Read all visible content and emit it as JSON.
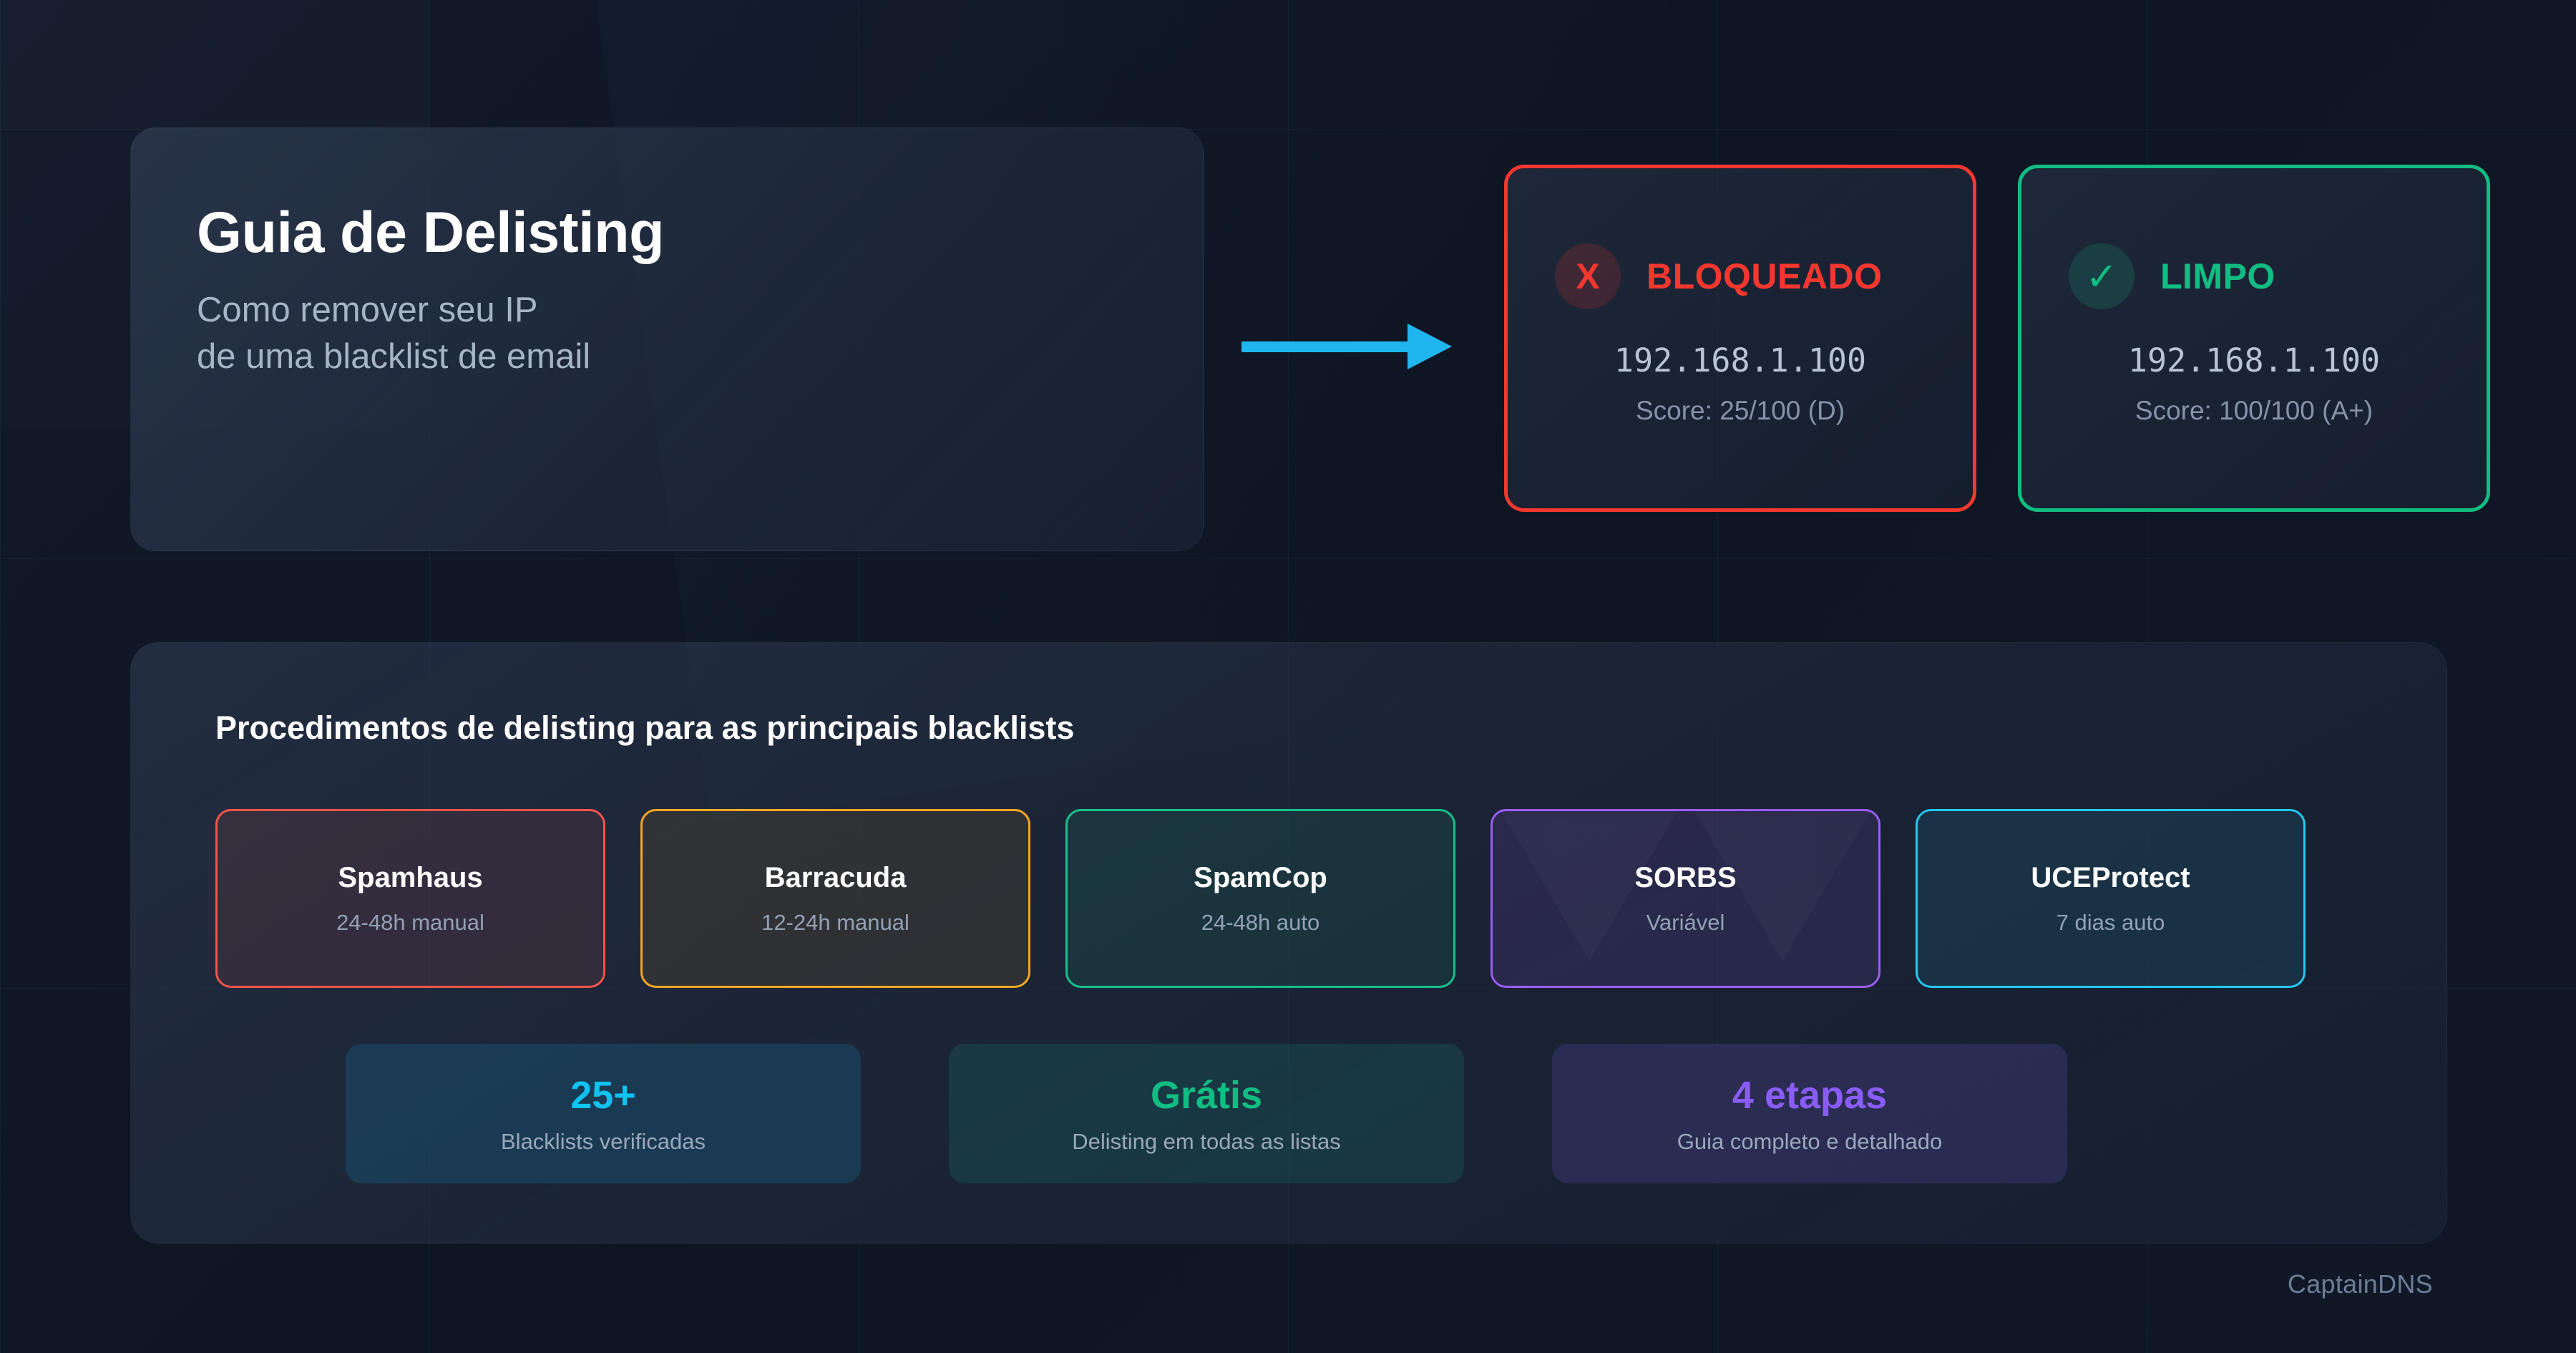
{
  "theme": {
    "bg": "#0f1624",
    "accent_cyan": "#1fb6ef",
    "accent_green": "#11bd82",
    "accent_red": "#f4372f",
    "accent_purple": "#8a5cf6",
    "text_primary": "#ffffff",
    "text_muted": "#93a1b5"
  },
  "hero": {
    "title": "Guia de Delisting",
    "subtitle_line1": "Como remover seu IP",
    "subtitle_line2": "de uma blacklist de email"
  },
  "flow_arrow": {
    "icon": "arrow-right-icon",
    "color": "#1fb6ef"
  },
  "status_cards": [
    {
      "state": "blocked",
      "icon": "x-mark-icon",
      "icon_glyph": "X",
      "label": "BLOQUEADO",
      "ip": "192.168.1.100",
      "score": "Score: 25/100 (D)",
      "color": "#f4372f"
    },
    {
      "state": "clean",
      "icon": "check-mark-icon",
      "icon_glyph": "✓",
      "label": "LIMPO",
      "ip": "192.168.1.100",
      "score": "Score: 100/100 (A+)",
      "color": "#11bd82"
    }
  ],
  "panel": {
    "title": "Procedimentos de delisting para as principais blacklists",
    "providers": [
      {
        "name": "Spamhaus",
        "time": "24-48h manual",
        "border": "#f4544a",
        "fill": "rgba(244,84,74,0.10)",
        "watermark": false
      },
      {
        "name": "Barracuda",
        "time": "12-24h manual",
        "border": "#f5a623",
        "fill": "rgba(245,166,35,0.09)",
        "watermark": false
      },
      {
        "name": "SpamCop",
        "time": "24-48h auto",
        "border": "#16c08a",
        "fill": "rgba(22,192,138,0.10)",
        "watermark": false
      },
      {
        "name": "SORBS",
        "time": "Variável",
        "border": "#9b5cf6",
        "fill": "rgba(155,92,246,0.12)",
        "watermark": true
      },
      {
        "name": "UCEProtect",
        "time": "7 dias auto",
        "border": "#24c8f0",
        "fill": "rgba(36,200,240,0.10)",
        "watermark": false
      }
    ],
    "stats": [
      {
        "value": "25+",
        "label": "Blacklists verificadas",
        "color": "#0fc2f0",
        "fill": "rgba(23,110,150,0.30)"
      },
      {
        "value": "Grátis",
        "label": "Delisting em todas as listas",
        "color": "#11bd82",
        "fill": "rgba(22,120,110,0.25)"
      },
      {
        "value": "4 etapas",
        "label": "Guia completo e detalhado",
        "color": "#8a5cf6",
        "fill": "rgba(95,80,180,0.25)"
      }
    ]
  },
  "footer": {
    "brand": "CaptainDNS"
  }
}
